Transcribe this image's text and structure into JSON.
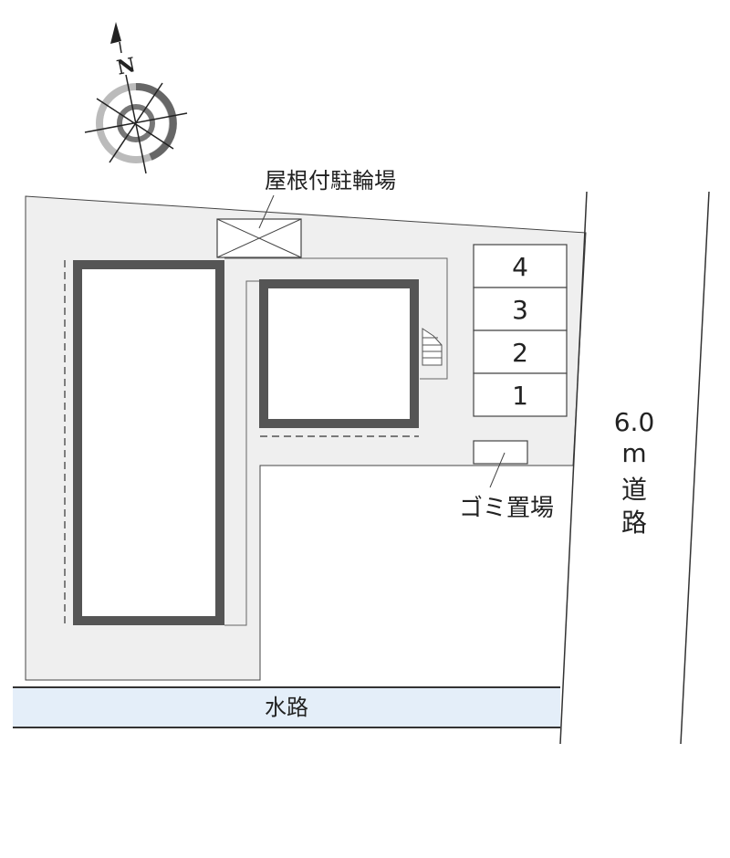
{
  "compass": {
    "north_label": "N"
  },
  "labels": {
    "bicycle_parking": "屋根付駐輪場",
    "garbage": "ゴミ置場",
    "waterway": "水路",
    "road_width": "6.0",
    "road_unit": "m",
    "road_char1": "道",
    "road_char2": "路"
  },
  "parking": {
    "spaces": [
      "4",
      "3",
      "2",
      "1"
    ]
  },
  "colors": {
    "lot": "#efefef",
    "building": "#555555",
    "water": "#e4eef9",
    "line": "#333333"
  }
}
